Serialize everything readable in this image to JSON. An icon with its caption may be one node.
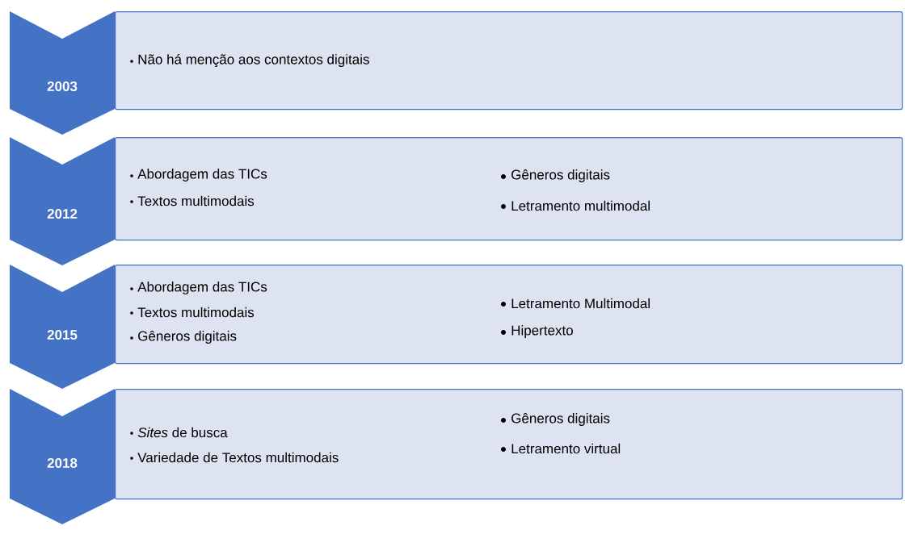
{
  "diagram": {
    "nodes": [
      {
        "text": [
          "2003"
        ]
      },
      {
        "text": [
          "Não há menção aos contextos digitais"
        ]
      },
      {
        "text": [
          "2012"
        ]
      },
      {
        "text": [
          "Abordagem das TICs",
          "Textos multimodais",
          "Gêneros digitais",
          "Letramento multimodal"
        ]
      },
      {
        "text": [
          "2015"
        ]
      },
      {
        "text": [
          "Abordagem das TICs",
          "Textos multimodais",
          "Gêneros digitais",
          "Letramento Multimodal",
          "Hipertexto"
        ]
      },
      {
        "text": [
          "2018"
        ]
      },
      {
        "text": [
          "*Sites* de busca",
          "Variedade de Textos multimodais",
          "Gêneros digitais",
          "Letramento virtual"
        ]
      }
    ]
  }
}
